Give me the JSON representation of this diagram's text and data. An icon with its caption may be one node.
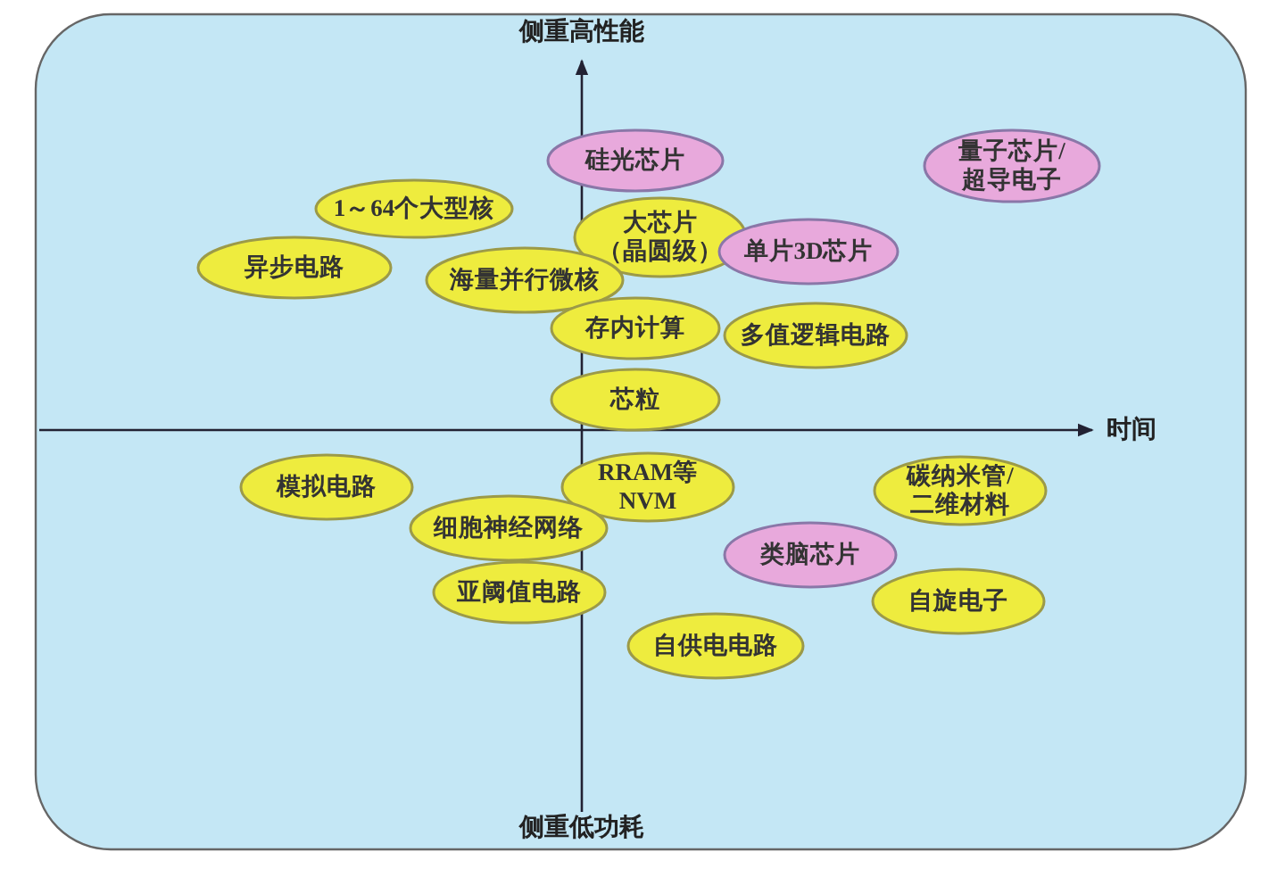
{
  "diagram": {
    "nodes": [
      {
        "text": [
          "硅光芯片"
        ]
      },
      {
        "text": [
          "量子芯片/超导电子"
        ]
      },
      {
        "text": [
          "1～64个大型核"
        ]
      },
      {
        "text": [
          "大芯片（晶圆级）"
        ]
      },
      {
        "text": [
          "异步电路"
        ]
      },
      {
        "text": [
          "单片3D芯片"
        ]
      },
      {
        "text": [
          "海量并行微核"
        ]
      },
      {
        "text": [
          "存内计算"
        ]
      },
      {
        "text": [
          "多值逻辑电路"
        ]
      },
      {
        "text": [
          "芯粒"
        ]
      },
      {
        "text": [
          "模拟电路"
        ]
      },
      {
        "text": [
          "RRAM等NVM"
        ]
      },
      {
        "text": [
          "细胞神经网络"
        ]
      },
      {
        "text": [
          "碳纳米管/二维材料"
        ]
      },
      {
        "text": [
          "类脑芯片"
        ]
      },
      {
        "text": [
          "亚阈值电路"
        ]
      },
      {
        "text": [
          "自旋电子"
        ]
      },
      {
        "text": [
          "自供电电路"
        ]
      }
    ],
    "labels": [
      "侧重高性能",
      "时间",
      "侧重低功耗"
    ]
  }
}
